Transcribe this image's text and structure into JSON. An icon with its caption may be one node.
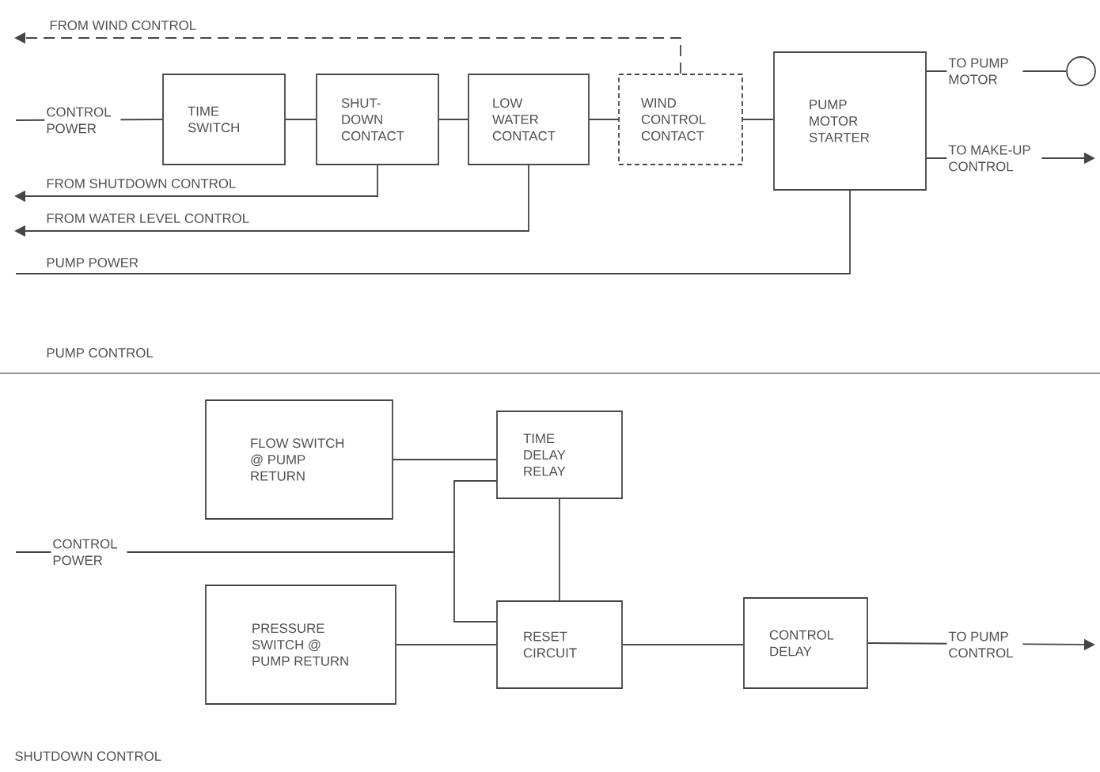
{
  "diagram": {
    "nodes": [
      {
        "text": [
          "TIME SWITCH"
        ]
      },
      {
        "text": [
          "SHUT-DOWN CONTACT"
        ]
      },
      {
        "text": [
          "LOW WATER CONTACT"
        ]
      },
      {
        "text": [
          "WIND CONTROL CONTACT"
        ]
      },
      {
        "text": [
          "PUMP MOTOR STARTER"
        ]
      },
      {
        "text": [],
        "shape": "circle"
      },
      {
        "text": [
          "FLOW SWITCH @ PUMP RETURN"
        ]
      },
      {
        "text": [
          "TIME DELAY RELAY"
        ]
      },
      {
        "text": [
          "PRESSURE SWITCH @ PUMP RETURN"
        ]
      },
      {
        "text": [
          "RESET CIRCUIT"
        ]
      },
      {
        "text": [
          "CONTROL DELAY"
        ]
      }
    ],
    "edges": [
      {
        "from": null,
        "to": 0,
        "arrow": "none",
        "label": "CONTROL POWER"
      },
      {
        "from": 0,
        "to": 1,
        "arrow": "none"
      },
      {
        "from": 1,
        "to": 2,
        "arrow": "none"
      },
      {
        "from": 2,
        "to": 3,
        "arrow": "none"
      },
      {
        "from": 3,
        "to": 4,
        "arrow": "none"
      },
      {
        "from": 3,
        "to": null,
        "arrow": "to",
        "label": "FROM WIND CONTROL",
        "style": "dashed"
      },
      {
        "from": 1,
        "to": null,
        "arrow": "to",
        "label": "FROM SHUTDOWN CONTROL"
      },
      {
        "from": 2,
        "to": null,
        "arrow": "to",
        "label": "FROM WATER LEVEL CONTROL"
      },
      {
        "from": null,
        "to": 4,
        "arrow": "none",
        "label": "PUMP POWER"
      },
      {
        "from": 4,
        "to": 5,
        "arrow": "none",
        "label": "TO PUMP MOTOR"
      },
      {
        "from": 4,
        "to": null,
        "arrow": "to",
        "label": "TO MAKE-UP CONTROL"
      },
      {
        "from": 6,
        "to": 7,
        "arrow": "none"
      },
      {
        "from": null,
        "to": 7,
        "arrow": "none",
        "label": "CONTROL POWER"
      },
      {
        "from": null,
        "to": 9,
        "arrow": "none"
      },
      {
        "from": 7,
        "to": 9,
        "arrow": "none"
      },
      {
        "from": 8,
        "to": 9,
        "arrow": "none"
      },
      {
        "from": 9,
        "to": 10,
        "arrow": "none"
      },
      {
        "from": 10,
        "to": null,
        "arrow": "to",
        "label": "TO PUMP CONTROL"
      }
    ],
    "labels": [
      "PUMP CONTROL",
      "SHUTDOWN CONTROL"
    ]
  }
}
